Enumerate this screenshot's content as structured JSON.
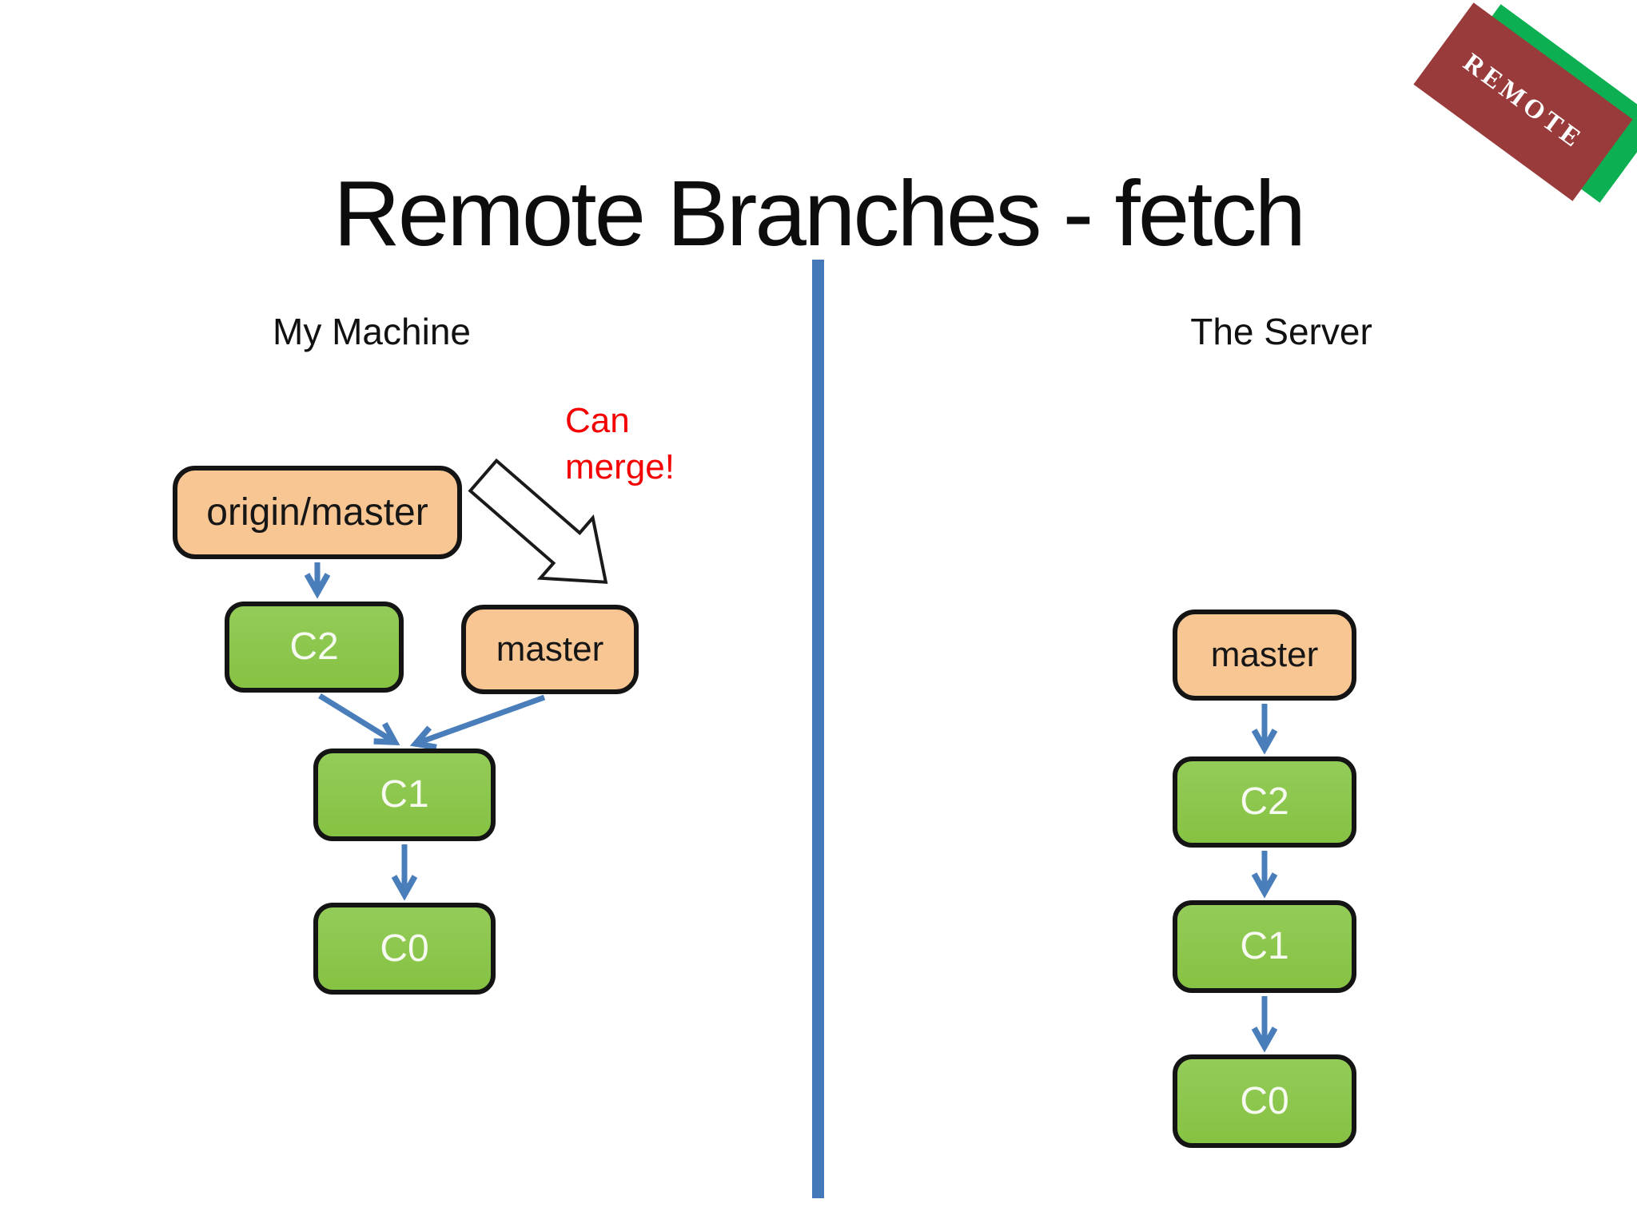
{
  "slide": {
    "title": "Remote Branches - fetch",
    "badge": "REMOTE",
    "annotation": "Can\nmerge!"
  },
  "left": {
    "label": "My Machine",
    "nodes": [
      {
        "id": "origin/master",
        "label": "origin/master",
        "kind": "remote-branch-pointer"
      },
      {
        "id": "C2",
        "label": "C2",
        "kind": "commit"
      },
      {
        "id": "master",
        "label": "master",
        "kind": "branch-pointer"
      },
      {
        "id": "C1",
        "label": "C1",
        "kind": "commit"
      },
      {
        "id": "C0",
        "label": "C0",
        "kind": "commit"
      }
    ],
    "edges": [
      {
        "from": "origin/master",
        "to": "C2"
      },
      {
        "from": "C2",
        "to": "C1"
      },
      {
        "from": "master",
        "to": "C1"
      },
      {
        "from": "C1",
        "to": "C0"
      }
    ]
  },
  "right": {
    "label": "The Server",
    "nodes": [
      {
        "id": "master",
        "label": "master",
        "kind": "branch-pointer"
      },
      {
        "id": "C2",
        "label": "C2",
        "kind": "commit"
      },
      {
        "id": "C1",
        "label": "C1",
        "kind": "commit"
      },
      {
        "id": "C0",
        "label": "C0",
        "kind": "commit"
      }
    ],
    "edges": [
      {
        "from": "master",
        "to": "C2"
      },
      {
        "from": "C2",
        "to": "C1"
      },
      {
        "from": "C1",
        "to": "C0"
      }
    ]
  },
  "colors": {
    "branch_fill": "#F8C693",
    "commit_fill": "#8AC44B",
    "node_border": "#141414",
    "arrow": "#4A7EBB",
    "divider": "#4478B8",
    "annotation_red": "#F40000",
    "badge_red": "#993B3B",
    "badge_green": "#0CAF51",
    "title_text": "#0D0D0D"
  }
}
